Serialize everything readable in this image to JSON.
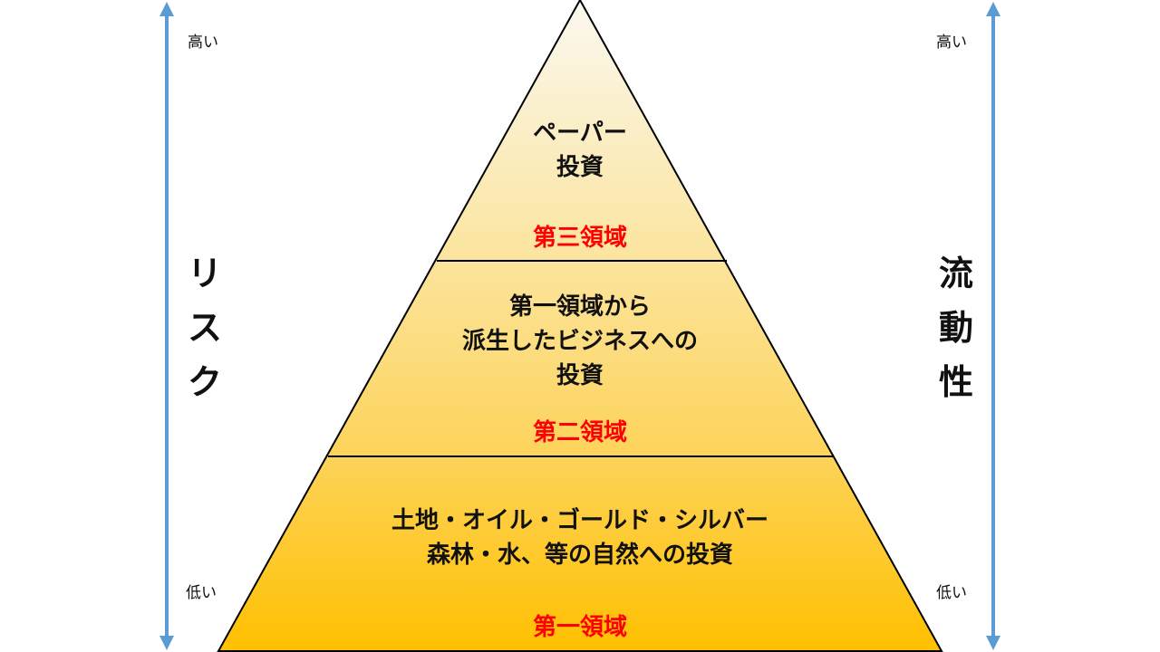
{
  "left_axis": {
    "title": "リスク",
    "top_label": "高い",
    "bottom_label": "低い"
  },
  "right_axis": {
    "title": "流動性",
    "top_label": "高い",
    "bottom_label": "低い"
  },
  "pyramid": {
    "tiers": [
      {
        "text": "ペーパー\n投資",
        "label": "第三領域"
      },
      {
        "text": "第一領域から\n派生したビジネスへの\n投資",
        "label": "第二領域"
      },
      {
        "text": "土地・オイル・ゴールド・シルバー\n森林・水、等の自然への投資",
        "label": "第一領域"
      }
    ]
  },
  "colors": {
    "arrow": "#5b9bd5",
    "tier_label": "#ff0000",
    "gradient_top": "#fbf8f0",
    "gradient_bottom": "#ffc000",
    "outline": "#000000"
  }
}
